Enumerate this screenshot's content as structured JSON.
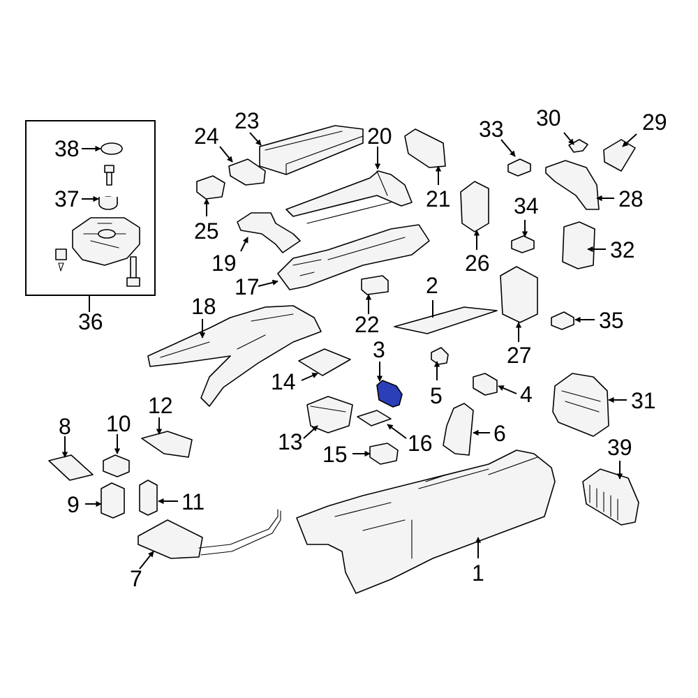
{
  "diagram": {
    "highlight_color": "#2b3fb8",
    "highlighted_part": "3",
    "callouts": {
      "c1": "1",
      "c2": "2",
      "c3": "3",
      "c4": "4",
      "c5": "5",
      "c6": "6",
      "c7": "7",
      "c8": "8",
      "c9": "9",
      "c10": "10",
      "c11": "11",
      "c12": "12",
      "c13": "13",
      "c14": "14",
      "c15": "15",
      "c16": "16",
      "c17": "17",
      "c18": "18",
      "c19": "19",
      "c20": "20",
      "c21": "21",
      "c22": "22",
      "c23": "23",
      "c24": "24",
      "c25": "25",
      "c26": "26",
      "c27": "27",
      "c28": "28",
      "c29": "29",
      "c30": "30",
      "c31": "31",
      "c32": "32",
      "c33": "33",
      "c34": "34",
      "c35": "35",
      "c36": "36",
      "c37": "37",
      "c38": "38",
      "c39": "39"
    }
  }
}
